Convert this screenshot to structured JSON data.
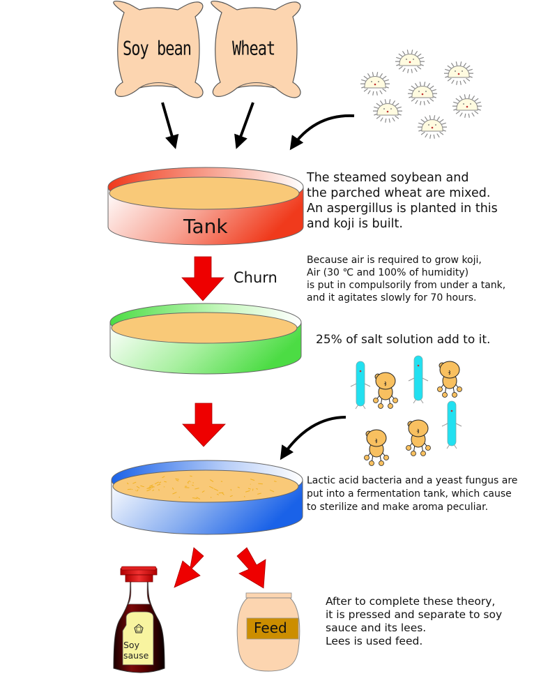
{
  "diagram": {
    "title": "Soy sauce brewing process",
    "ingredients": [
      {
        "label": "Soy bean",
        "icon": "sack-icon"
      },
      {
        "label": "Wheat",
        "icon": "sack-icon"
      }
    ],
    "microbes_top": {
      "icon": "aspergillus-spore-icon",
      "count": 7
    },
    "steps": [
      {
        "tank_label": "Tank",
        "tank_color": "#f25030",
        "description": [
          "The steamed soybean and",
          "the parched wheat are mixed.",
          "An aspergillus is planted in this",
          "and koji is built."
        ]
      },
      {
        "arrow_label": "Churn",
        "tank_color": "#5ee05a",
        "description": [
          "Because air is required to grow koji,",
          "Air (30 ℃ and 100% of humidity)",
          "is put in compulsorily from under a tank,",
          "and it agitates slowly for 70 hours."
        ],
        "note": "25% of salt solution add to it."
      },
      {
        "tank_color": "#2a6ee8",
        "microbes": {
          "bacteria_count": 3,
          "yeast_count": 4
        },
        "description": [
          "Lactic acid bacteria and a yeast fungus are",
          "put into a fermentation tank, which cause",
          "to sterilize and make aroma peculiar."
        ]
      }
    ],
    "outputs": [
      {
        "label_lines": [
          "Soy",
          "sause"
        ],
        "icon": "soy-sauce-bottle-icon"
      },
      {
        "label": "Feed",
        "icon": "feed-jar-icon"
      }
    ],
    "final_description": [
      "After to complete these theory,",
      "it is pressed and separate to soy",
      "sauce and its lees.",
      "Lees is used feed."
    ],
    "colors": {
      "sack_fill": "#fcd5b0",
      "koji_fill": "#f9c978",
      "red_arrow": "#ee0000",
      "bacteria": "#22e0f0",
      "yeast": "#f8c060",
      "spore_fill": "#fffbe0",
      "feed_label_bg": "#cc8e00"
    }
  }
}
